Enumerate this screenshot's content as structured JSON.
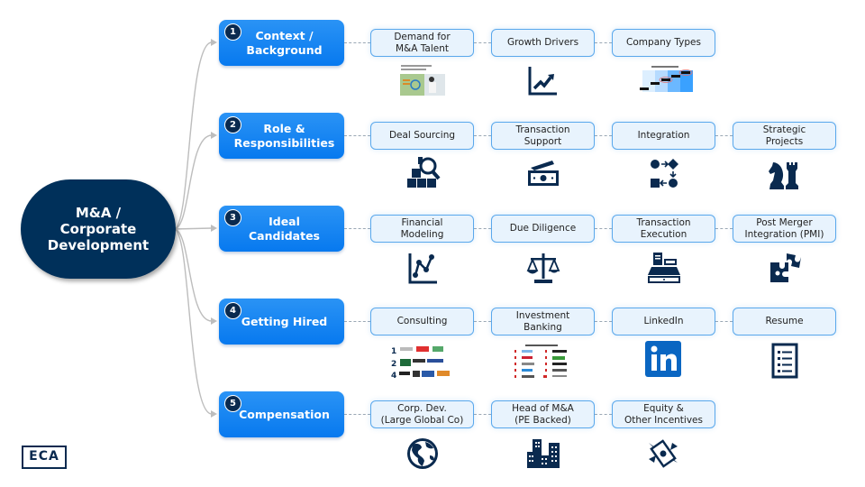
{
  "root": {
    "label": "M&A /\nCorporate\nDevelopment"
  },
  "categories": [
    {
      "number": "1",
      "label": "Context /\nBackground",
      "items": [
        {
          "label": "Demand for\nM&A Talent",
          "visual": "article-thumbnail"
        },
        {
          "label": "Growth Drivers",
          "visual": "growth-chart-icon"
        },
        {
          "label": "Company Types",
          "visual": "chart-thumbnail"
        }
      ]
    },
    {
      "number": "2",
      "label": "Role &\nResponsibilities",
      "items": [
        {
          "label": "Deal Sourcing",
          "visual": "boxes-search-icon"
        },
        {
          "label": "Transaction\nSupport",
          "visual": "cash-icon"
        },
        {
          "label": "Integration",
          "visual": "process-flow-icon"
        },
        {
          "label": "Strategic\nProjects",
          "visual": "chess-icon"
        }
      ]
    },
    {
      "number": "3",
      "label": "Ideal\nCandidates",
      "items": [
        {
          "label": "Financial\nModeling",
          "visual": "line-chart-icon"
        },
        {
          "label": "Due Diligence",
          "visual": "scales-icon"
        },
        {
          "label": "Transaction\nExecution",
          "visual": "cash-register-icon"
        },
        {
          "label": "Post Merger\nIntegration (PMI)",
          "visual": "puzzle-icon"
        }
      ]
    },
    {
      "number": "4",
      "label": "Getting Hired",
      "items": [
        {
          "label": "Consulting",
          "visual": "consulting-tiers-thumbnail"
        },
        {
          "label": "Investment\nBanking",
          "visual": "bank-ranking-thumbnail"
        },
        {
          "label": "LinkedIn",
          "visual": "linkedin-icon"
        },
        {
          "label": "Resume",
          "visual": "resume-icon"
        }
      ]
    },
    {
      "number": "5",
      "label": "Compensation",
      "items": [
        {
          "label": "Corp. Dev.\n(Large Global Co)",
          "visual": "globe-icon"
        },
        {
          "label": "Head of M&A\n(PE Backed)",
          "visual": "buildings-icon"
        },
        {
          "label": "Equity &\nOther Incentives",
          "visual": "flying-money-icon"
        }
      ]
    }
  ],
  "logo": {
    "text": "ECA"
  },
  "colors": {
    "root": "#00305a",
    "category": "#0779ef",
    "sub_fill": "#e8f3fd",
    "sub_border": "#5aa8ec",
    "icon": "#0a2a4f",
    "linkedin": "#0a66c2"
  }
}
